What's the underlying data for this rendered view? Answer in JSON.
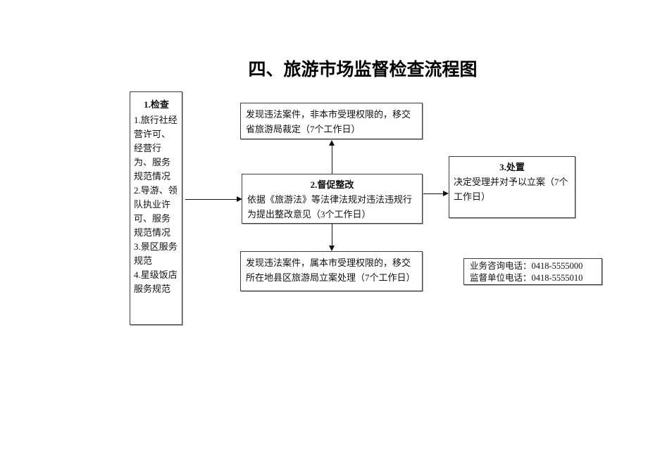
{
  "title": "四、旅游市场监督检查流程图",
  "flowchart": {
    "check_box": {
      "heading": "1.检查",
      "items": [
        "1.旅行社经营许可、经营行为、服务规范情况",
        "2.导游、领队执业许可、服务规范情况",
        "3.景区服务规范",
        "4.星级饭店服务规范"
      ]
    },
    "province_box": {
      "text": "发现违法案件，非本市受理权限的，移交省旅游局裁定（7个工作日）"
    },
    "rectify_box": {
      "heading": "2.督促整改",
      "text": "依据《旅游法》等法律法规对违法违规行为提出整改意见（3个工作日）"
    },
    "county_box": {
      "text": "发现违法案件，属本市受理权限的，移交所在地县区旅游局立案处理（7个工作日）"
    },
    "dispose_box": {
      "heading": "3.处置",
      "text": "决定受理并对予以立案（7个工作日）"
    },
    "contact_box": {
      "lines": [
        "业务咨询电话：0418-5555000",
        "监督单位电话：0418-5555010"
      ]
    }
  },
  "colors": {
    "background": "#ffffff",
    "border": "#3f3f3f",
    "arrow": "#111111",
    "text": "#111111"
  }
}
